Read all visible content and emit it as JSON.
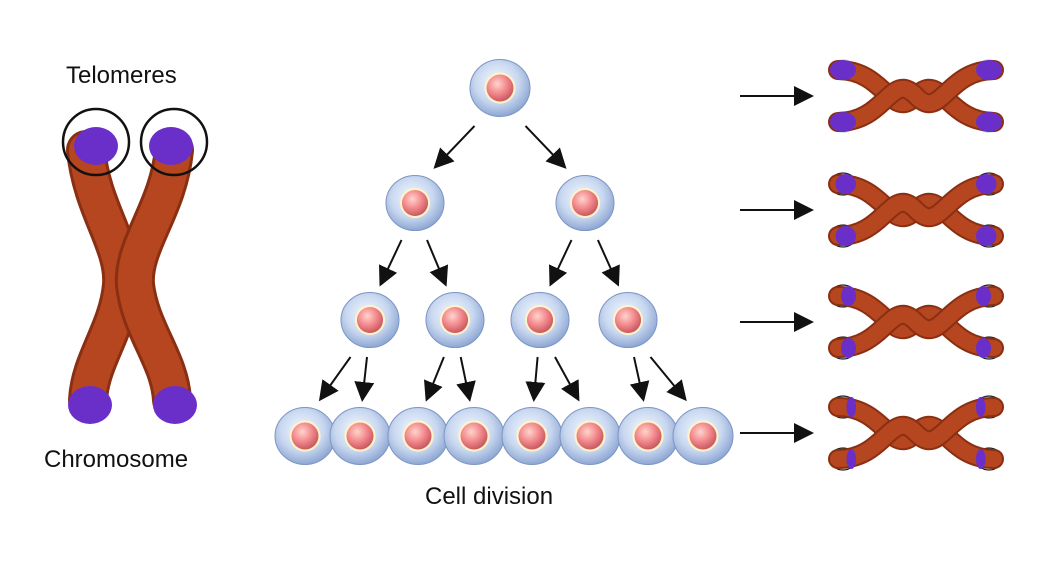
{
  "labels": {
    "telomeres": "Telomeres",
    "chromosome": "Chromosome",
    "cell_division": "Cell division"
  },
  "colors": {
    "chromatid_body": "#b5461f",
    "chromatid_edge": "#8a2f12",
    "telomere": "#6a2fc9",
    "telomere_lost": "#cfe6ee",
    "cell_membrane": "#a8bfe3",
    "cell_nucleus": "#f08f92",
    "arrow": "#111111"
  },
  "diagram": {
    "division_generations": 4,
    "cells_per_generation": [
      1,
      2,
      4,
      8
    ],
    "telomere_stages": [
      {
        "stage": 1,
        "telomere_remaining": 1.0
      },
      {
        "stage": 2,
        "telomere_remaining": 0.75
      },
      {
        "stage": 3,
        "telomere_remaining": 0.5
      },
      {
        "stage": 4,
        "telomere_remaining": 0.25
      }
    ]
  }
}
